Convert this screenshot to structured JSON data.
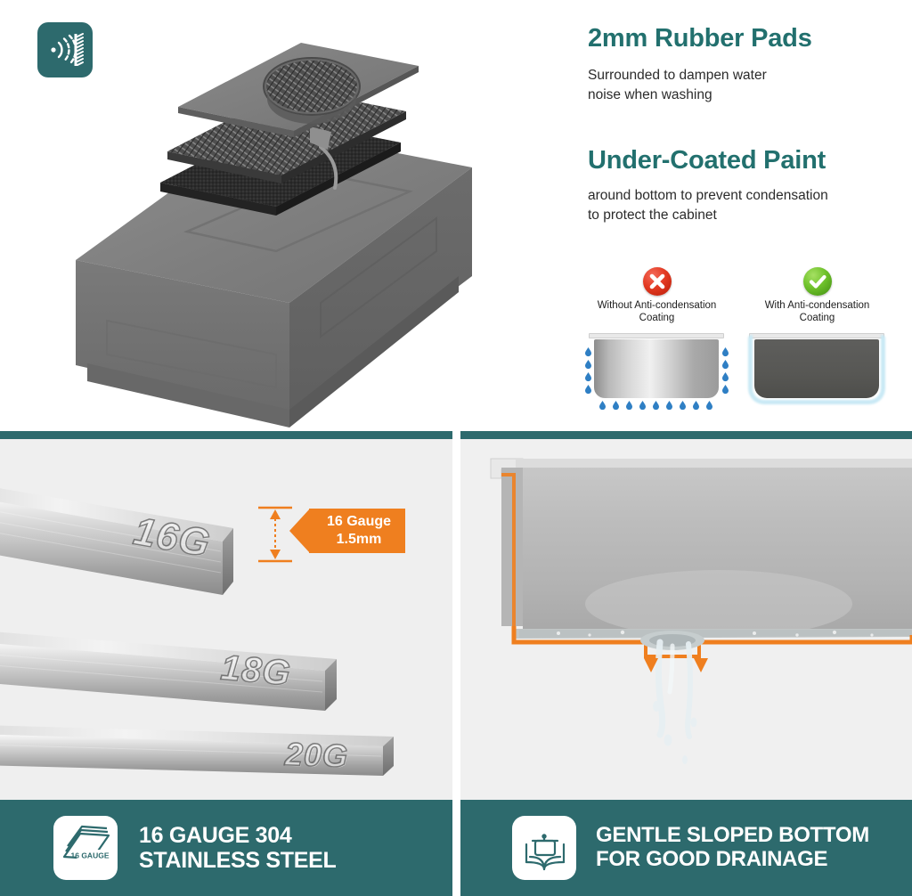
{
  "colors": {
    "teal": "#2d6a6d",
    "heading_teal": "#22706e",
    "orange": "#ef7f1f",
    "panel_grey": "#efefef",
    "bad_red": "#e33a22",
    "good_green": "#6fc22b",
    "droplet_blue": "#2f7fc4"
  },
  "top_section": {
    "noise_icon_name": "sound-dampening-icon",
    "product_image_alt": "sink with stacked rubber and mesh dampening pads",
    "features": [
      {
        "heading": "2mm Rubber Pads",
        "body_line_1": "Surrounded to dampen water",
        "body_line_2": "noise when washing"
      },
      {
        "heading": "Under-Coated Paint",
        "body_line_1": "around bottom to prevent condensation",
        "body_line_2": "to protect the cabinet"
      }
    ],
    "comparison": {
      "left": {
        "badge": "x-mark-badge",
        "label_line_1": "Without Anti-condensation",
        "label_line_2": "Coating"
      },
      "right": {
        "badge": "check-mark-badge",
        "label_line_1": "With Anti-condensation",
        "label_line_2": "Coating"
      }
    }
  },
  "bottom_left": {
    "plates": [
      {
        "label": "16G"
      },
      {
        "label": "18G"
      },
      {
        "label": "20G"
      }
    ],
    "callout": {
      "line_1": "16 Gauge",
      "line_2": "1.5mm"
    },
    "banner": {
      "icon_name": "steel-sheets-icon",
      "icon_label": "16 GAUGE",
      "text_line_1": "16 GAUGE 304",
      "text_line_2": "STAINLESS STEEL"
    }
  },
  "bottom_right": {
    "illustration_alt": "sink basin cross-section with sloped bottom draining water",
    "banner": {
      "icon_name": "pot-on-sloped-bottom-icon",
      "text_line_1": "GENTLE SLOPED BOTTOM",
      "text_line_2": "FOR GOOD DRAINAGE"
    }
  }
}
